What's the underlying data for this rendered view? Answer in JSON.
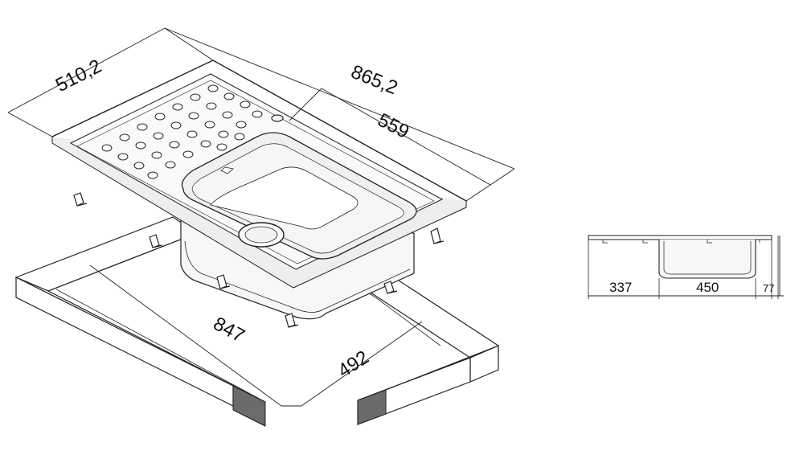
{
  "dimensions": {
    "width_top": "510,2",
    "length_top": "865,2",
    "bowl_length": "559",
    "cutout_length": "847",
    "cutout_width": "492",
    "side_drainer": "337",
    "side_bowl": "450",
    "side_height": "77"
  },
  "colors": {
    "stroke": "#222222",
    "frame_fill": "#ffffff",
    "frame_end": "#6b6b6b",
    "sink_fill": "#f2f2f2"
  }
}
